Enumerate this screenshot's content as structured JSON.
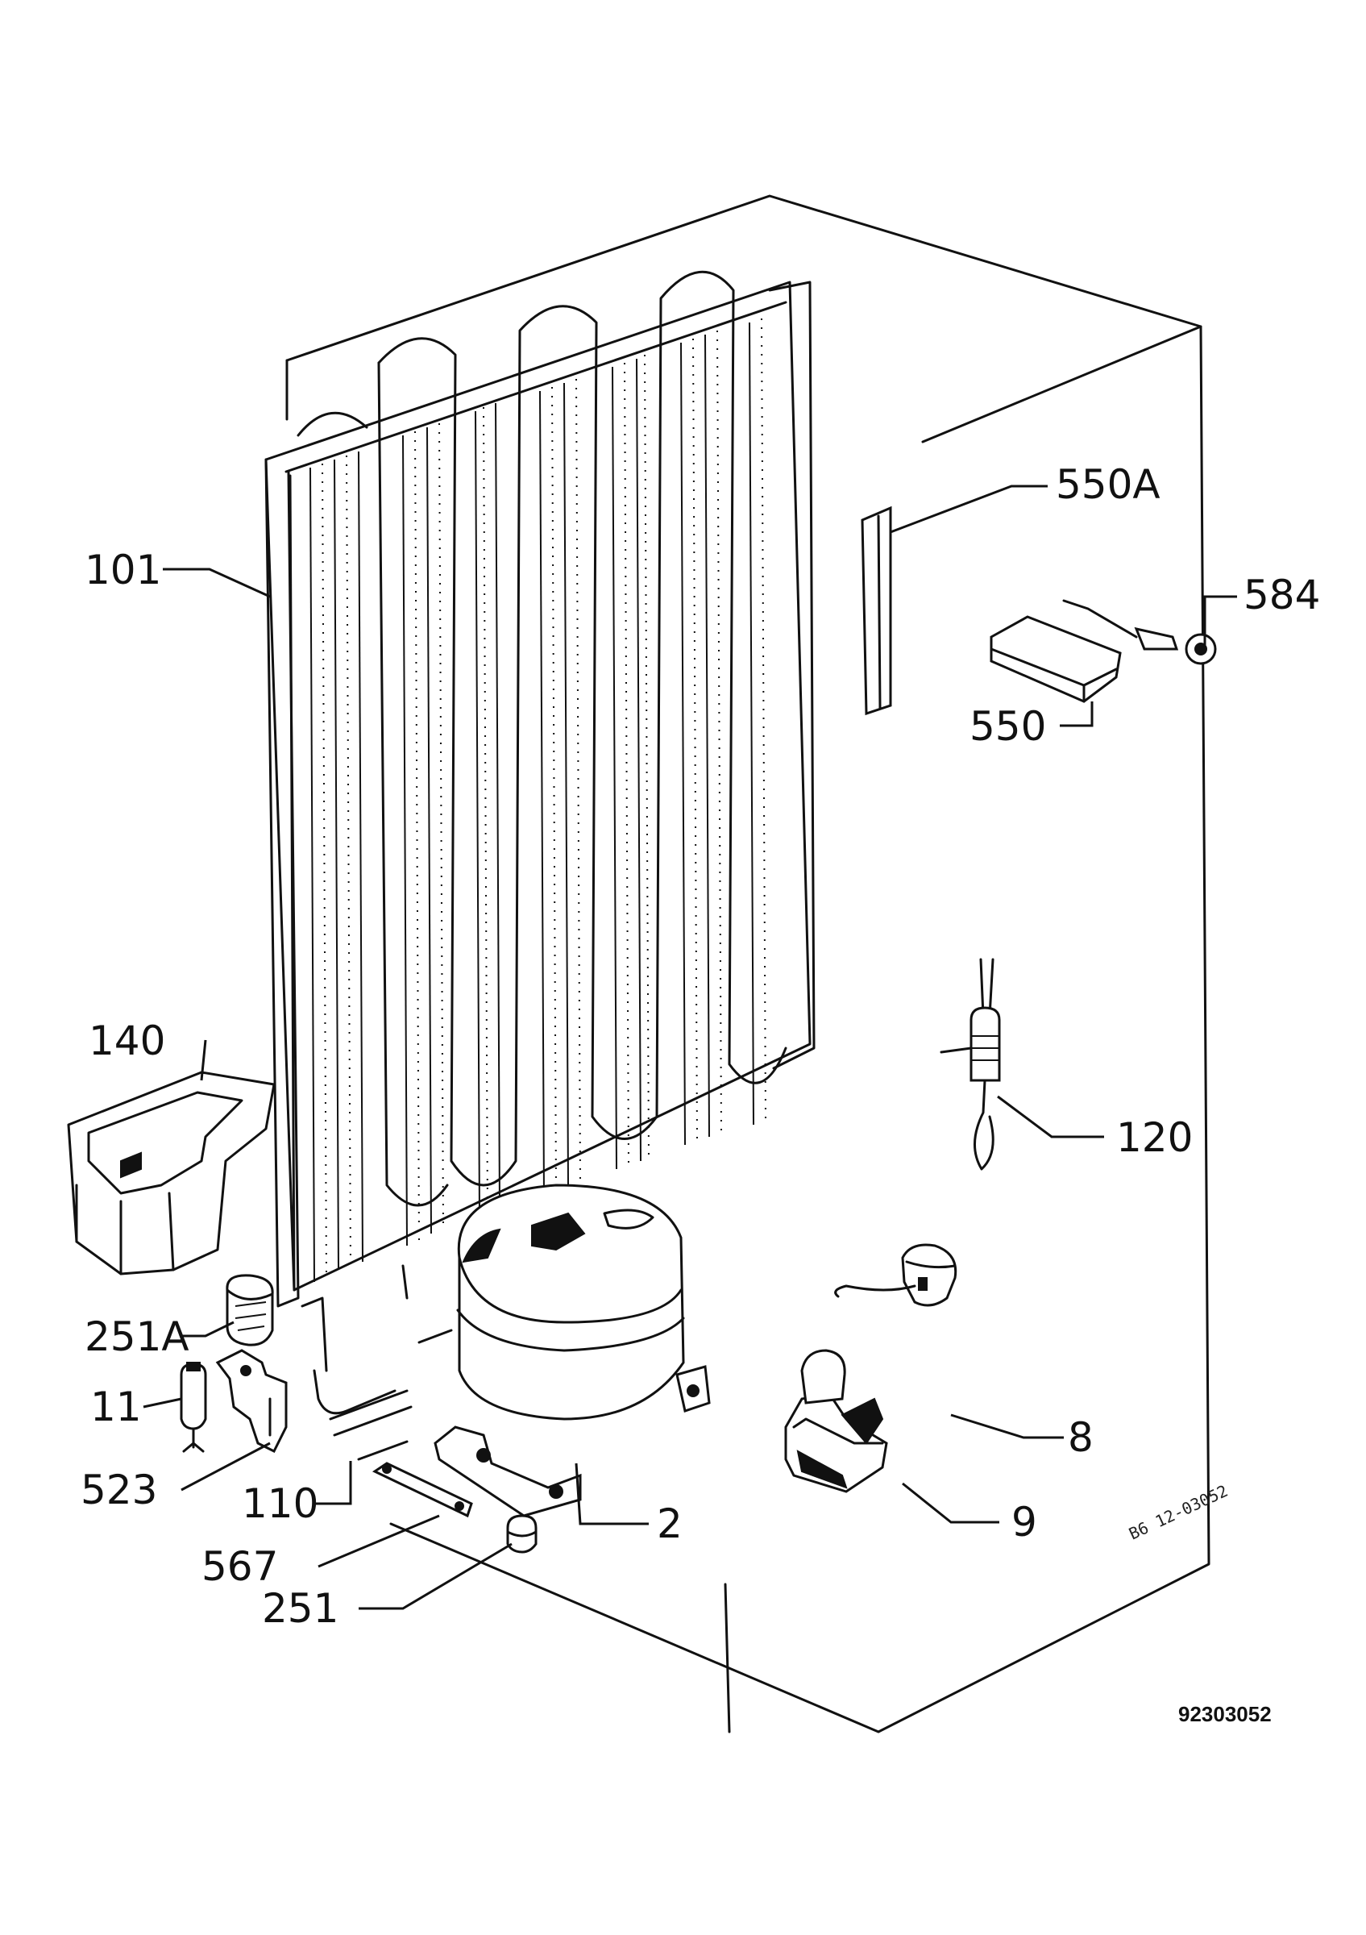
{
  "diagram": {
    "drawing_number": "92303052",
    "stamp_text": "B6 12-03052",
    "parts": [
      {
        "id": "101",
        "label": "101"
      },
      {
        "id": "550A",
        "label": "550A"
      },
      {
        "id": "584",
        "label": "584"
      },
      {
        "id": "550",
        "label": "550"
      },
      {
        "id": "140",
        "label": "140"
      },
      {
        "id": "120",
        "label": "120"
      },
      {
        "id": "251A",
        "label": "251A"
      },
      {
        "id": "11",
        "label": "11"
      },
      {
        "id": "8",
        "label": "8"
      },
      {
        "id": "523",
        "label": "523"
      },
      {
        "id": "110",
        "label": "110"
      },
      {
        "id": "2",
        "label": "2"
      },
      {
        "id": "9",
        "label": "9"
      },
      {
        "id": "567",
        "label": "567"
      },
      {
        "id": "251",
        "label": "251"
      }
    ]
  }
}
